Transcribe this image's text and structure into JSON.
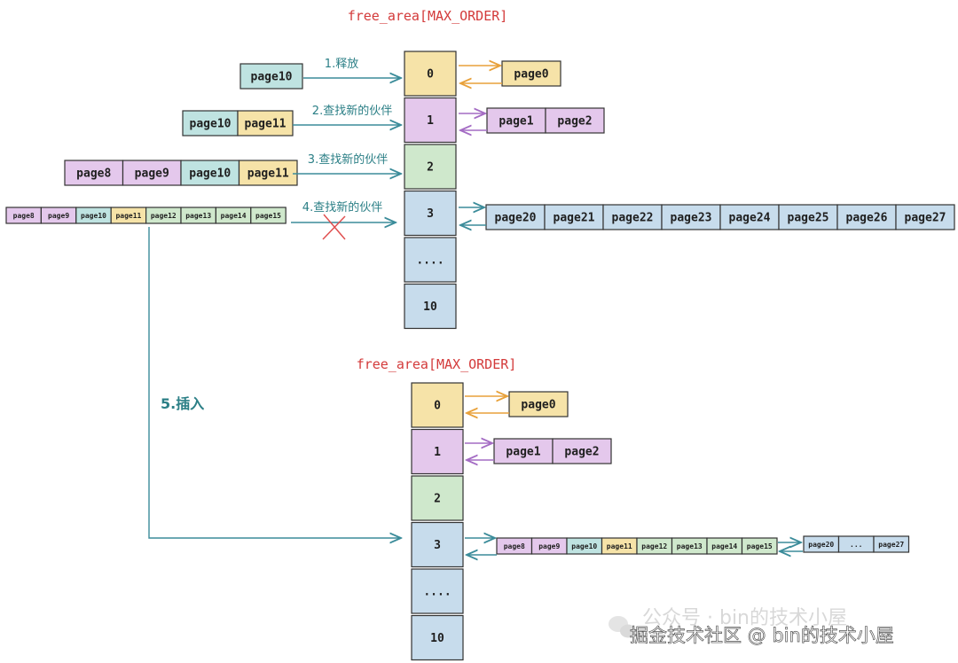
{
  "diagram": {
    "title_top": "free_area[MAX_ORDER]",
    "title_bottom": "free_area[MAX_ORDER]",
    "orders_top": [
      "0",
      "1",
      "2",
      "3",
      "....",
      "10"
    ],
    "orders_bottom": [
      "0",
      "1",
      "2",
      "3",
      "....",
      "10"
    ],
    "steps": {
      "s1": "1.释放",
      "s2": "2.查找新的伙伴",
      "s3": "3.查找新的伙伴",
      "s4": "4.查找新的伙伴",
      "s5": "5.插入"
    },
    "left_pages": {
      "row1": [
        "page10"
      ],
      "row2": [
        "page10",
        "page11"
      ],
      "row3": [
        "page8",
        "page9",
        "page10",
        "page11"
      ],
      "row4": [
        "page8",
        "page9",
        "page10",
        "page11",
        "page12",
        "page13",
        "page14",
        "page15"
      ]
    },
    "right_top": {
      "order0": [
        "page0"
      ],
      "order1": [
        "page1",
        "page2"
      ],
      "order3": [
        "page20",
        "page21",
        "page22",
        "page23",
        "page24",
        "page25",
        "page26",
        "page27"
      ]
    },
    "right_bottom": {
      "order0": [
        "page0"
      ],
      "order1": [
        "page1",
        "page2"
      ],
      "order3_a": [
        "page8",
        "page9",
        "page10",
        "page11",
        "page12",
        "page13",
        "page14",
        "page15"
      ],
      "order3_b": [
        "page20",
        "...",
        "page27"
      ]
    },
    "colors": {
      "yellow": "#f6e3a8",
      "purple": "#e4c8ec",
      "green": "#cfe8cc",
      "teal": "#bfe3e1",
      "blue": "#c7dcec",
      "arrow_teal": "#3b8c9a",
      "arrow_orange": "#e8a13a",
      "arrow_purple": "#a46cc4",
      "title_red": "#d33a3a",
      "cross_red": "#e05050"
    },
    "watermark": {
      "line1": "公众号 · bin的技术小屋",
      "line2": "掘金技术社区 @ bin的技术小屋"
    }
  }
}
